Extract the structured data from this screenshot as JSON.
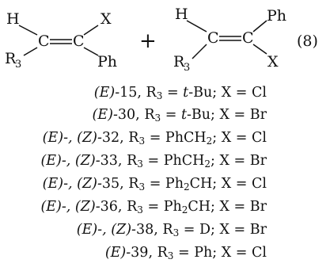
{
  "scheme": {
    "equation_number": "(8)",
    "plus": "+",
    "left_alkene": {
      "top_left": "H",
      "bottom_left": "R",
      "bottom_left_sub": "3",
      "top_right": "X",
      "bottom_right": "Ph"
    },
    "right_alkene": {
      "top_left": "H",
      "bottom_left": "R",
      "bottom_left_sub": "3",
      "top_right": "Ph",
      "bottom_right": "X"
    },
    "carbon": "C"
  },
  "compounds": [
    {
      "stereo": "(E)-",
      "num": "15",
      "r3_prefix": "",
      "r3_italic": "t",
      "r3_rest": "-Bu",
      "r3_sub": "",
      "r3_after": "",
      "x": "Cl"
    },
    {
      "stereo": "(E)-",
      "num": "30",
      "r3_prefix": "",
      "r3_italic": "t",
      "r3_rest": "-Bu",
      "r3_sub": "",
      "r3_after": "",
      "x": "Br"
    },
    {
      "stereo": "(E)-, (Z)-",
      "num": "32",
      "r3_prefix": "PhCH",
      "r3_italic": "",
      "r3_rest": "",
      "r3_sub": "2",
      "r3_after": "",
      "x": "Cl"
    },
    {
      "stereo": "(E)-, (Z)-",
      "num": "33",
      "r3_prefix": "PhCH",
      "r3_italic": "",
      "r3_rest": "",
      "r3_sub": "2",
      "r3_after": "",
      "x": "Br"
    },
    {
      "stereo": "(E)-, (Z)-",
      "num": "35",
      "r3_prefix": "Ph",
      "r3_italic": "",
      "r3_rest": "",
      "r3_sub": "2",
      "r3_after": "CH",
      "x": "Cl"
    },
    {
      "stereo": "(E)-, (Z)-",
      "num": "36",
      "r3_prefix": "Ph",
      "r3_italic": "",
      "r3_rest": "",
      "r3_sub": "2",
      "r3_after": "CH",
      "x": "Br"
    },
    {
      "stereo": "(E)-, (Z)-",
      "num": "38",
      "r3_prefix": "D",
      "r3_italic": "",
      "r3_rest": "",
      "r3_sub": "",
      "r3_after": "",
      "x": "Br"
    },
    {
      "stereo": "(E)-",
      "num": "39",
      "r3_prefix": "Ph",
      "r3_italic": "",
      "r3_rest": "",
      "r3_sub": "",
      "r3_after": "",
      "x": "Cl"
    }
  ],
  "labels": {
    "r": "R",
    "r_sub": "3",
    "x": "X",
    "eq": " = ",
    "sep": "; "
  }
}
